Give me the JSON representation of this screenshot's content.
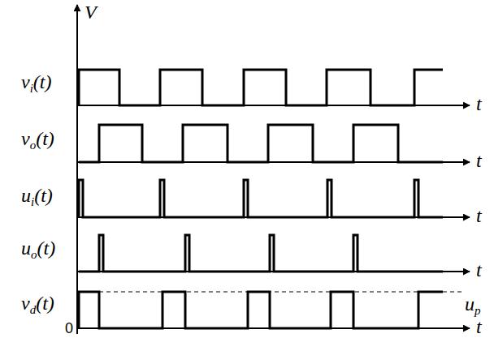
{
  "diagram": {
    "labels": [
      "V",
      "v",
      "i",
      "(t)",
      "v",
      "o",
      "(t)",
      "u",
      "i",
      "(t)",
      "u",
      "o",
      "(t)",
      "v",
      "d",
      "(t)",
      "t",
      "t",
      "t",
      "t",
      "t",
      "u",
      "p",
      "0"
    ]
  }
}
